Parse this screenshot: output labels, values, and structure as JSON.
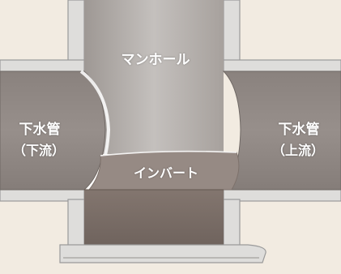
{
  "labels": {
    "manhole": "マンホール",
    "pipe_left_name": "下水管",
    "pipe_left_note": "（下流）",
    "pipe_right_name": "下水管",
    "pipe_right_note": "（上流）",
    "invert": "インバート"
  },
  "colors": {
    "background": "#f2ebe1",
    "concrete": "#dedddb",
    "concrete_edge": "#9a9a9a",
    "pipe": "#8e8682",
    "shaft": "#b5b0ac",
    "invert": "#968a84",
    "base": "#7a6d67",
    "text": "#ffffff"
  }
}
